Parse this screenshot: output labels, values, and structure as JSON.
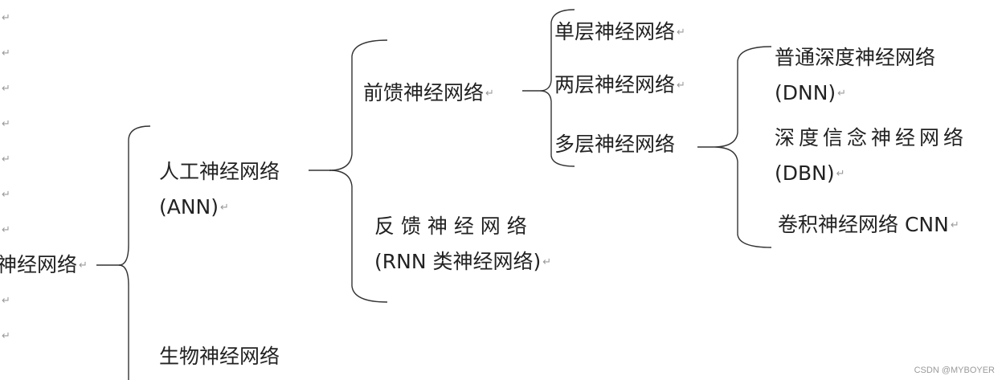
{
  "paragraph_mark": "↵",
  "watermark": "CSDN @MYBOYER",
  "nodes": {
    "root": {
      "line1": "神经网络"
    },
    "ann": {
      "line1": "人工神经网络",
      "line2": "(ANN)"
    },
    "bio": {
      "line1": "生物神经网络"
    },
    "feedforward": {
      "line1": "前馈神经网络"
    },
    "feedback": {
      "line1": "反 馈 神 经 网 络",
      "line2": "(RNN 类神经网络)"
    },
    "single_layer": {
      "line1": "单层神经网络"
    },
    "two_layer": {
      "line1": "两层神经网络"
    },
    "multi_layer": {
      "line1": "多层神经网络"
    },
    "dnn": {
      "line1": "普通深度神经网络",
      "line2": "(DNN)"
    },
    "dbn": {
      "line1": "深度信念神经网络",
      "line2": "(DBN)"
    },
    "cnn": {
      "line1": "卷积神经网络 CNN"
    }
  }
}
